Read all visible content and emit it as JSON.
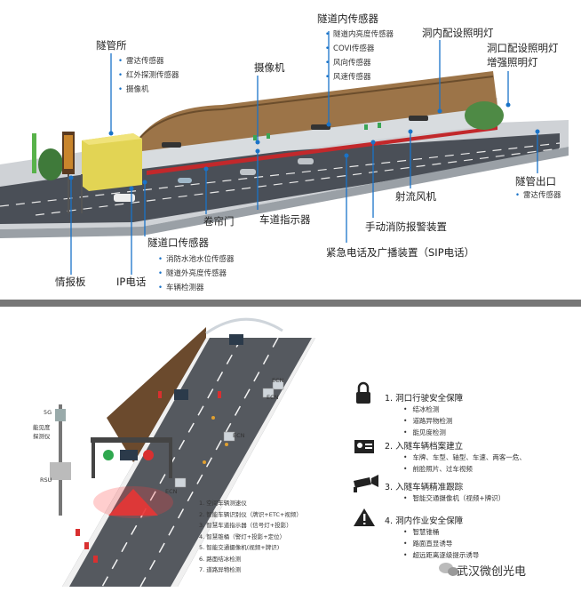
{
  "top_labels": {
    "control_station": {
      "title": "隧管所",
      "items": [
        "雷达传感器",
        "红外探测传感器",
        "摄像机"
      ]
    },
    "camera": "摄像机",
    "tunnel_sensors": {
      "title": "隧道内传感器",
      "items": [
        "隧道内亮度传感器",
        "COVI传感器",
        "风向传感器",
        "风速传感器"
      ]
    },
    "interior_lighting": "洞内配设照明灯",
    "entrance_lighting": [
      "洞口配设照明灯",
      "增强照明灯"
    ],
    "tunnel_exit": {
      "title": "隧管出口",
      "items": [
        "雷达传感器"
      ]
    },
    "jet_fan": "射流风机",
    "fire_alarm": "手动消防报警装置",
    "emergency_phone": "紧急电话及广播装置（SIP电话）",
    "lane_indicator": "车道指示器",
    "rolling_door": "卷帘门",
    "entrance_sensors": {
      "title": "隧道口传感器",
      "items": [
        "消防水池水位传感器",
        "隧道外亮度传感器",
        "车辆检测器"
      ]
    },
    "ip_phone": "IP电话",
    "info_board": "情报板"
  },
  "bottom_left": {
    "devices": {
      "g5": "5G",
      "visibility": "能见度",
      "visibility2": "探测仪",
      "rsu": "RSU"
    },
    "ecn": [
      "ECN",
      "ECN",
      "ECN",
      "ECN"
    ],
    "legend": [
      "1.  空间车辆测速仪",
      "2.  智能车辆识别仪（牌识+ETC+视频）",
      "3.  智慧车道指示器（信号灯+投影）",
      "4.  智慧锥桶（警灯+投影+定位）",
      "5.  智能交通摄像机(视频+牌识)",
      "6.  路面结冰检测",
      "7.  道路异物检测"
    ],
    "sign_numbers": [
      "1",
      "2",
      "3",
      "4",
      "5",
      "6",
      "7"
    ]
  },
  "features": [
    {
      "icon": "lock-icon",
      "title": "1.  洞口行驶安全保障",
      "items": [
        "结冰检测",
        "道路异物检测",
        "能见度检测"
      ]
    },
    {
      "icon": "id-card-icon",
      "title": "2.  入隧车辆档案建立",
      "items": [
        "车牌、车型、轴型、车速、两客一危、",
        "前脸照片、过车视频"
      ]
    },
    {
      "icon": "camera-icon",
      "title": "3.  入隧车辆精准跟踪",
      "items": [
        "智能交通摄像机（视频+牌识）"
      ]
    },
    {
      "icon": "warning-icon",
      "title": "4.  洞内作业安全保障",
      "items": [
        "智慧锥桶",
        "路面直显诱导",
        "超远距离逐级提示诱导"
      ]
    }
  ],
  "watermark": "武汉微创光电",
  "colors": {
    "accent": "#1a73c8",
    "road": "#4a4f57",
    "tunnel_wall": "#7a5a3a",
    "station": "#d9c94a"
  }
}
